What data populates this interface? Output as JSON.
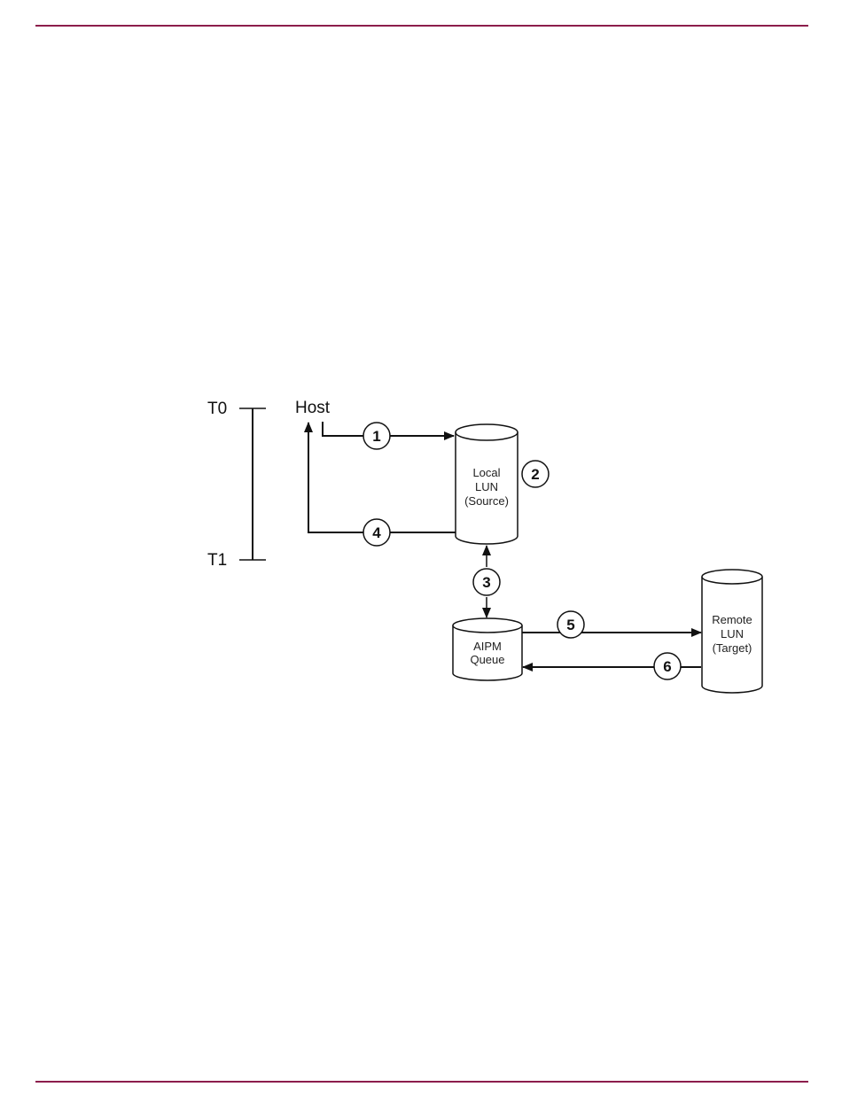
{
  "timeline": {
    "start_label": "T0",
    "end_label": "T1"
  },
  "nodes": {
    "host": {
      "label": "Host"
    },
    "local_lun": {
      "lines": [
        "Local",
        "LUN",
        "(Source)"
      ]
    },
    "aipm_queue": {
      "lines": [
        "AIPM",
        "Queue"
      ]
    },
    "remote_lun": {
      "lines": [
        "Remote",
        "LUN",
        "(Target)"
      ]
    }
  },
  "steps": [
    "1",
    "2",
    "3",
    "4",
    "5",
    "6"
  ],
  "colors": {
    "rule": "#8c1d4c",
    "line": "#111111"
  }
}
